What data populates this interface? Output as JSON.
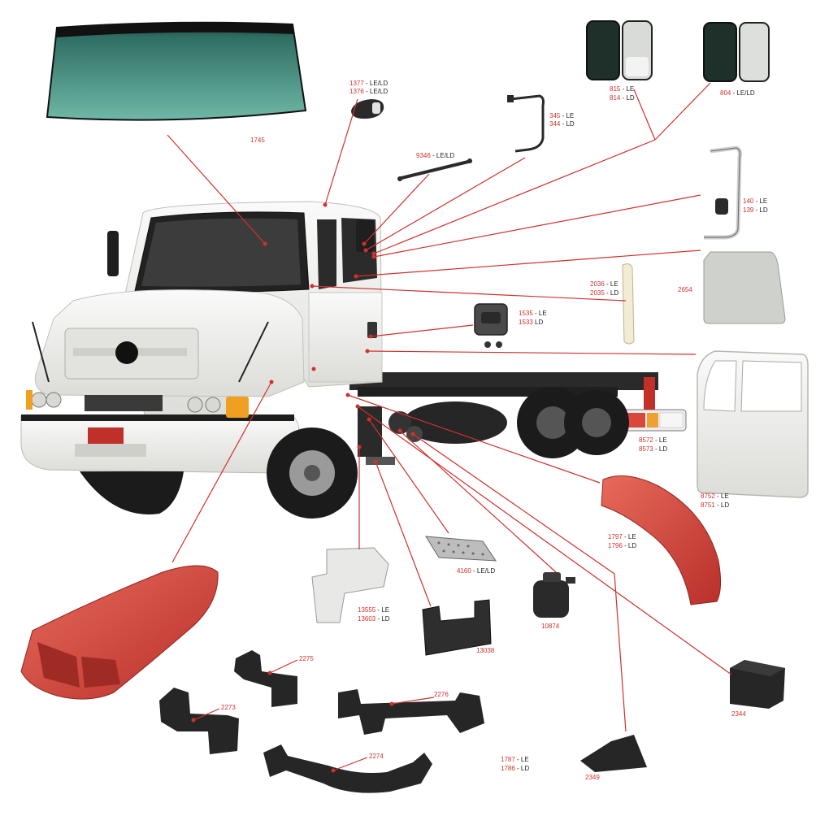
{
  "labels": {
    "l1745": {
      "code": "1745",
      "sfx": ""
    },
    "l1377": {
      "code": "1377",
      "sfx": " - LE/LD"
    },
    "l1376": {
      "code": "1376",
      "sfx": " - LE/LD"
    },
    "l9346": {
      "code": "9346",
      "sfx": "  - LE/LD"
    },
    "l345": {
      "code": "345",
      "sfx": " - LE"
    },
    "l344": {
      "code": "344",
      "sfx": " - LD"
    },
    "l815": {
      "code": "815",
      "sfx": " - LE"
    },
    "l814": {
      "code": "814",
      "sfx": " - LD"
    },
    "l804": {
      "code": "804",
      "sfx": " - LE/LD"
    },
    "l140": {
      "code": "140",
      "sfx": " - LE"
    },
    "l139": {
      "code": "139",
      "sfx": " - LD"
    },
    "l2036": {
      "code": "2036",
      "sfx": " - LE"
    },
    "l2035": {
      "code": "2035",
      "sfx": " - LD"
    },
    "l2654": {
      "code": "2654",
      "sfx": ""
    },
    "l1535": {
      "code": "1535",
      "sfx": " - LE"
    },
    "l1533": {
      "code": "1533",
      "sfx": "   LD"
    },
    "l8572": {
      "code": "8572",
      "sfx": " - LE"
    },
    "l8573": {
      "code": "8573",
      "sfx": " - LD"
    },
    "l8752": {
      "code": "8752",
      "sfx": " - LE"
    },
    "l8751": {
      "code": "8751",
      "sfx": " - LD"
    },
    "l1797": {
      "code": "1797",
      "sfx": " - LE"
    },
    "l1796": {
      "code": "1796",
      "sfx": " - LD"
    },
    "l4160": {
      "code": "4160",
      "sfx": " - LE/LD"
    },
    "l13555": {
      "code": "13555",
      "sfx": " - LE"
    },
    "l13603": {
      "code": "13603",
      "sfx": " - LD"
    },
    "l13038": {
      "code": "13038",
      "sfx": ""
    },
    "l10874": {
      "code": "10874",
      "sfx": ""
    },
    "l2275": {
      "code": "2275",
      "sfx": ""
    },
    "l2276": {
      "code": "2276",
      "sfx": ""
    },
    "l2273": {
      "code": "2273",
      "sfx": ""
    },
    "l2274": {
      "code": "2274",
      "sfx": ""
    },
    "l2344": {
      "code": "2344",
      "sfx": ""
    },
    "l1787": {
      "code": "1787",
      "sfx": " - LE"
    },
    "l1786": {
      "code": "1786",
      "sfx": " - LD"
    },
    "l2349": {
      "code": "2349",
      "sfx": ""
    }
  },
  "colors": {
    "leader": "#d0312d",
    "part_red": "#d9463c",
    "part_black": "#2a2a2a",
    "cab_white": "#f1f1ee",
    "glass": "#3f8f82"
  }
}
